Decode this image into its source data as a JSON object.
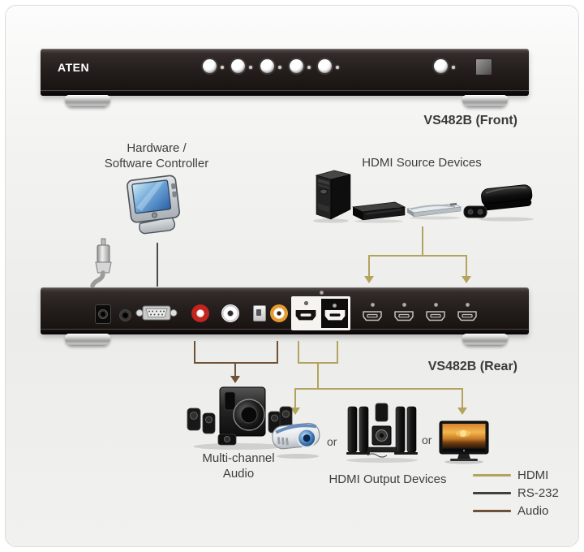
{
  "brand": {
    "logo": "ATEN"
  },
  "titles": {
    "front_label": "VS482B (Front)",
    "rear_label": "VS482B (Rear)",
    "controller": [
      "Hardware /",
      "Software Controller"
    ],
    "sources": "HDMI Source Devices",
    "outputs": "HDMI Output Devices",
    "audio": [
      "Multi-channel",
      "Audio"
    ],
    "or1": "or",
    "or2": "or"
  },
  "front_panel": {
    "port_select_buttons": 5,
    "mode_button": 1,
    "ir_window": 1
  },
  "rear_panel": {
    "ports": [
      "dc-power",
      "minijack",
      "rs232-serial",
      "rca-red",
      "rca-white",
      "optical-toslink",
      "rca-coax",
      "hdmi-out-a",
      "hdmi-out-b",
      "hdmi-in-1",
      "hdmi-in-2",
      "hdmi-in-3",
      "hdmi-in-4"
    ]
  },
  "sources_list": [
    "computer-tower",
    "dvd-player",
    "set-top-box",
    "game-console"
  ],
  "outputs_list": [
    "multi-channel-audio",
    "projector",
    "home-theater",
    "tv"
  ],
  "legend": {
    "items": [
      {
        "label": "HDMI",
        "color": "#b3a35f"
      },
      {
        "label": "RS-232",
        "color": "#3f3f3f"
      },
      {
        "label": "Audio",
        "color": "#6e5136"
      }
    ]
  },
  "colors": {
    "hdmi_line": "#b3a35f",
    "rs232_line": "#4a4a4a",
    "audio_line": "#6e5136",
    "panel": "#221d1b"
  }
}
